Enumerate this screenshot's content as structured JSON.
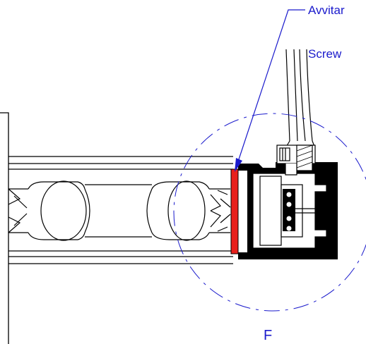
{
  "labels": {
    "avvitar": "Avvitar",
    "screw": "Screw",
    "detail": "F"
  },
  "colors": {
    "line": "#000000",
    "annotation": "#1a1acc",
    "highlight": "#e8201c",
    "fill_dark": "#000000"
  },
  "icons": {
    "leader_arrow": "arrow-head"
  }
}
